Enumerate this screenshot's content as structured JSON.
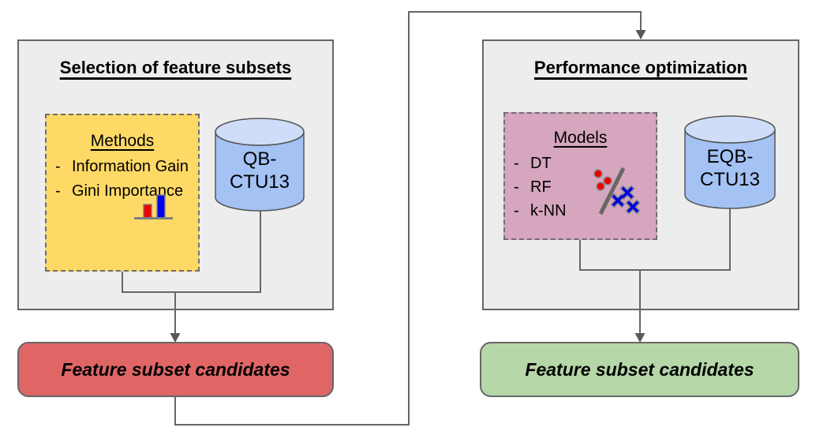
{
  "bullet": "-",
  "left_panel": {
    "title": "Selection of feature subsets",
    "methods_box": {
      "heading": "Methods",
      "items": [
        "Information Gain",
        "Gini Importance"
      ]
    },
    "database_label": {
      "line1": "QB-",
      "line2": "CTU13"
    },
    "output_label": "Feature subset candidates"
  },
  "right_panel": {
    "title": "Performance optimization",
    "models_box": {
      "heading": "Models",
      "items": [
        "DT",
        "RF",
        "k-NN"
      ]
    },
    "database_label": {
      "line1": "EQB-",
      "line2": "CTU13"
    },
    "output_label": "Feature subset candidates"
  },
  "icons": {
    "bar_chart_icon": "small red and blue bar chart on gray baseline",
    "classifier_icon": "scatter plot: red dots and blue crosses separated by gray diagonal line"
  },
  "colors": {
    "panel_fill": "#ededed",
    "panel_border": "#666666",
    "methods_fill": "#ffd966",
    "models_fill": "#d5a6bd",
    "database_body_fill": "#a4c2f4",
    "database_top_fill": "#cfddf8",
    "output_left_fill": "#e06666",
    "output_right_fill": "#b6d7a8",
    "connector": "#666666",
    "bar_red": "#ee0000",
    "bar_blue": "#0000ee"
  }
}
